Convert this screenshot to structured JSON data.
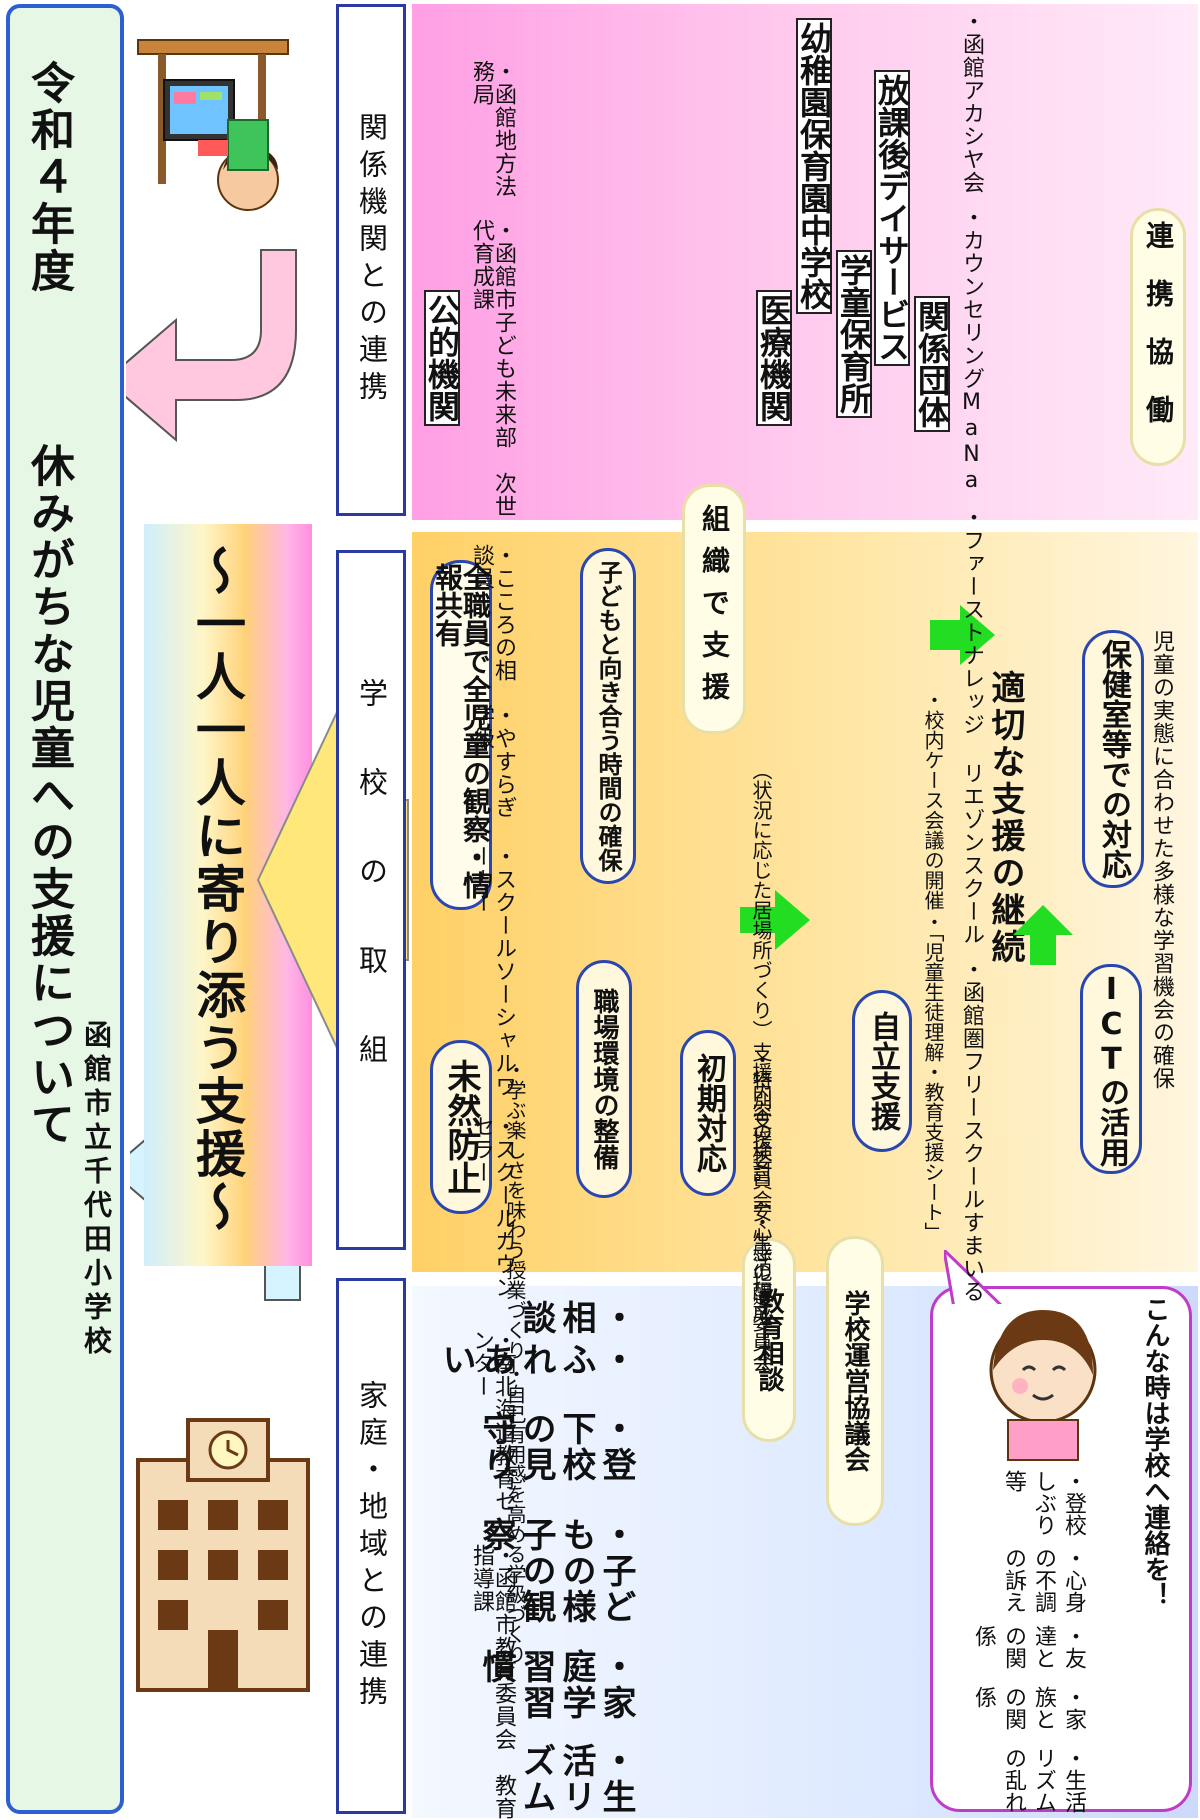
{
  "title": {
    "year": "令和４年度",
    "main": "休みがちな児童への支援について",
    "school": "函館市立千代田小学校"
  },
  "center": {
    "text": "〜一人一人に寄り添う支援〜"
  },
  "sections": {
    "family": "家庭・地域との連携",
    "school": "学校の取組",
    "org": "関係機関との連携"
  },
  "family": {
    "items": [
      "・生活リズム",
      "・家庭学習習慣",
      "・子どもの様子の観察",
      "・登下校の見守り",
      "・ふれあい",
      "・相談"
    ],
    "consult_pill": "教育相談",
    "council_pill": "学校運営協議会",
    "bubble": {
      "title": "こんな時は学校へ連絡を！",
      "items": [
        "・生活リズムの乱れ",
        "・家族との関係",
        "・友達との関係",
        "・心身の不調の訴え",
        "・登校しぶり　　等"
      ]
    }
  },
  "school": {
    "prevent": "未然防止",
    "observe": "全職員で全児童の観察・情報共有",
    "prevent_items": [
      "・自己有用感を高める学級づくり",
      "・学ぶ楽しさを味わう授業づくり"
    ],
    "env": "職場環境の整備",
    "time": "子どもと向き合う時間の確保",
    "org_pill": "組織で支援",
    "initial": "初期対応",
    "initial_items": [
      "・生活指導委員会",
      "・特別支援委員会"
    ],
    "initial_steps": [
      "支援内容の検討　安心感の醸成",
      "（状況に応じた居場所づくり）"
    ],
    "independence": "自立支援",
    "indep_items": [
      "・「児童生徒理解・教育支援シート」",
      "・校内ケース会議の開催"
    ],
    "continue": "適切な支援の継続",
    "ict": "ICTの活用",
    "health": "保健室等での対応",
    "bottom_note": "児童の実態に合わせた多様な学習機会の確保"
  },
  "org": {
    "public_head": "公的機関",
    "public_items": [
      "・函館市教育委員会　教育指導課",
      "・南北海道教育センター",
      "・スクールカウンセラー",
      "・スクールソーシャルワーカー",
      "・やすらぎ学級",
      "・こころの相談員",
      "・函館市子ども未来部　次世代育成課",
      "・函館地方法務局"
    ],
    "medical": "医療機関",
    "kinder": "幼稚園保育園中学校",
    "child": "学童保育所",
    "after": "放課後デイサービス",
    "group_head": "関係団体",
    "group_items": [
      "・函館圏フリースクールすまいる",
      "・ファーストナレッジ リエゾンスクール",
      "・カウンセリングMaNa",
      "・函館アカシヤ会"
    ],
    "coop_pill": "連携協働"
  },
  "colors": {
    "frame_blue": "#2d5fd0",
    "title_bg": "#e6f7e6",
    "bubble_border": "#c03cc8",
    "green_arrow": "#22dd22",
    "yellow_arrow": "#ffe77a"
  }
}
